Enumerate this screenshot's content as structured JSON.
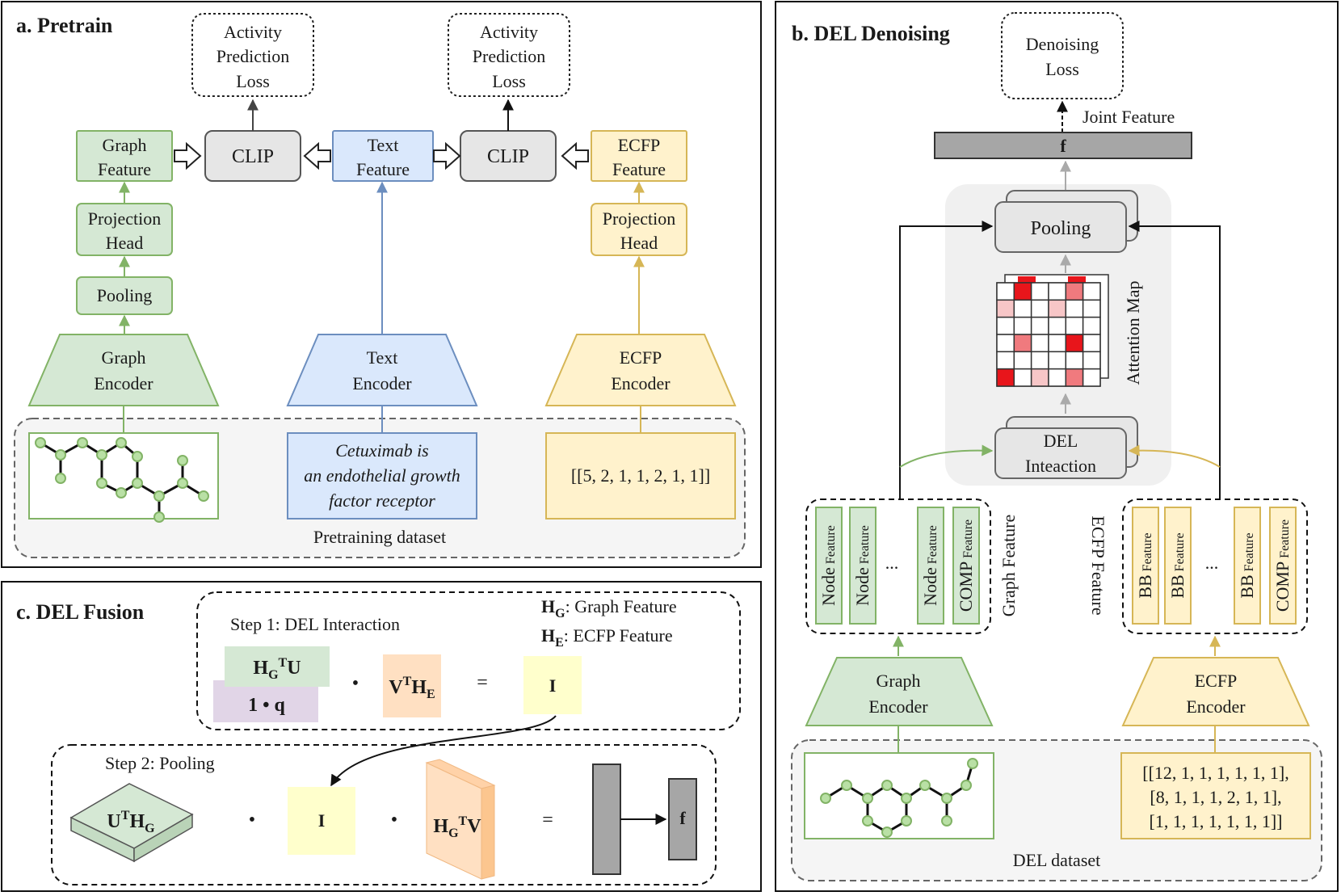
{
  "panel_a": {
    "title": "a. Pretrain",
    "loss_left": [
      "Activity",
      "Prediction",
      "Loss"
    ],
    "loss_right": [
      "Activity",
      "Prediction",
      "Loss"
    ],
    "graph_feature": [
      "Graph",
      "Feature"
    ],
    "clip_left": "CLIP",
    "text_feature": [
      "Text",
      "Feature"
    ],
    "clip_right": "CLIP",
    "ecfp_feature": [
      "ECFP",
      "Feature"
    ],
    "projection_head_left": [
      "Projection",
      "Head"
    ],
    "projection_head_right": [
      "Projection",
      "Head"
    ],
    "pooling": "Pooling",
    "graph_encoder": [
      "Graph",
      "Encoder"
    ],
    "text_encoder": [
      "Text",
      "Encoder"
    ],
    "ecfp_encoder": [
      "ECFP",
      "Encoder"
    ],
    "text_sample": [
      "Cetuximab is",
      "an endothelial growth",
      "factor receptor"
    ],
    "ecfp_sample": "[[5, 2, 1, 1, 2, 1, 1]]",
    "dataset_label": "Pretraining dataset"
  },
  "panel_b": {
    "title": "b. DEL Denoising",
    "loss": [
      "Denoising",
      "Loss"
    ],
    "joint_feature": "Joint Feature",
    "f_label": "f",
    "pooling": "Pooling",
    "attention_map": "Attention Map",
    "del_interaction": [
      "DEL",
      "Inteaction"
    ],
    "graph_feature_label": "Graph Feature",
    "ecfp_feature_label": "ECFP Feature",
    "node_main": "Node",
    "feature_small": "Feature",
    "comp_main": "COMP",
    "bb_main": "BB",
    "ellipsis": "...",
    "graph_encoder": [
      "Graph",
      "Encoder"
    ],
    "ecfp_encoder": [
      "ECFP",
      "Encoder"
    ],
    "ecfp_sample": [
      "[[12, 1, 1, 1, 1, 1, 1],",
      "[8, 1, 1, 1, 2, 1, 1],",
      "[1, 1, 1, 1, 1, 1, 1]]"
    ],
    "dataset_label": "DEL dataset"
  },
  "panel_c": {
    "title": "c. DEL Fusion",
    "step1": "Step 1: DEL Interaction",
    "step2": "Step 2: Pooling",
    "hg_desc": ": Graph Feature",
    "he_desc": ": ECFP Feature",
    "one_dot_q": "1 • q",
    "equals": "=",
    "dot": "•",
    "I": "I",
    "f": "f"
  },
  "colors": {
    "green_fill": "#d5e8d4",
    "green_stroke": "#82b366",
    "blue_fill": "#dae8fc",
    "blue_stroke": "#6c8ebf",
    "yellow_fill": "#fff2cc",
    "yellow_stroke": "#d6b656",
    "gray_fill": "#e6e6e6",
    "dark_gray": "#a6a6a6",
    "purple_fill": "#e1d5e7",
    "orange_fill": "#ffe0c2",
    "light_yellow": "#ffffcc",
    "red": "#e8151b",
    "pink": "#f7c6c7",
    "salmon": "#f07a7e"
  }
}
